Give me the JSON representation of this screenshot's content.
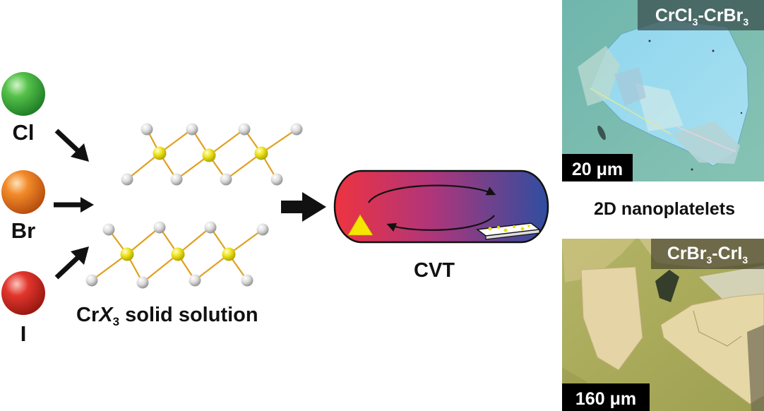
{
  "elements": [
    {
      "symbol": "Cl",
      "color": "#3dab3d"
    },
    {
      "symbol": "Br",
      "color": "#e8741c"
    },
    {
      "symbol": "I",
      "color": "#d42a22"
    }
  ],
  "solid_solution": {
    "prefix": "Cr",
    "x_symbol": "X",
    "subscript": "3",
    "suffix": " solid solution"
  },
  "process": {
    "label": "CVT",
    "tube_hot_color": "#e8364a",
    "tube_cold_color": "#2f4ea0"
  },
  "products": {
    "middle_label": "2D nanoplatelets",
    "top_panel": {
      "tag_a": "CrCl",
      "tag_a_sub": "3",
      "tag_sep": "-CrBr",
      "tag_b_sub": "3",
      "scale_bar": "20 μm"
    },
    "bottom_panel": {
      "tag_a": "CrBr",
      "tag_a_sub": "3",
      "tag_sep": "-CrI",
      "tag_b_sub": "3",
      "scale_bar": "160 μm"
    }
  },
  "colors": {
    "chromium_atom": "#e8e010",
    "halide_atom": "#d8d8d8",
    "bond": "#e0a020",
    "arrow": "#111111"
  }
}
